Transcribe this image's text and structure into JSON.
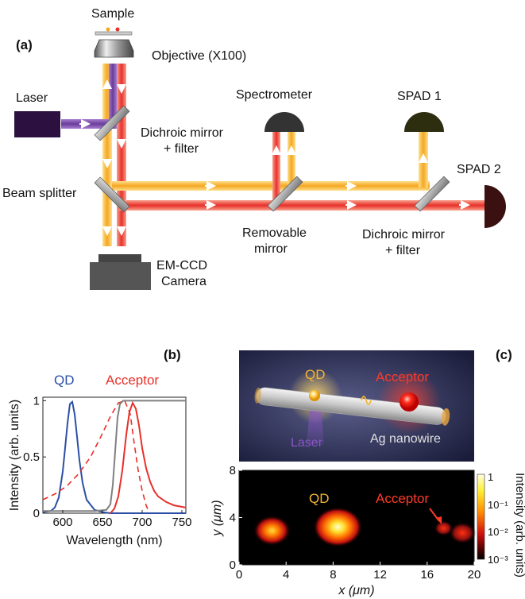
{
  "panel_a": {
    "label": "(a)",
    "sample": "Sample",
    "objective": "Objective (X100)",
    "laser": "Laser",
    "dichroic1_line1": "Dichroic mirror",
    "dichroic1_line2": "+ filter",
    "beam_splitter": "Beam splitter",
    "camera_line1": "EM-CCD",
    "camera_line2": "Camera",
    "spectrometer": "Spectrometer",
    "removable_line1": "Removable",
    "removable_line2": "mirror",
    "spad1": "SPAD 1",
    "spad2": "SPAD 2",
    "dichroic2_line1": "Dichroic mirror",
    "dichroic2_line2": "+ filter",
    "colors": {
      "laser_beam": "#6a3d9a",
      "qd_beam": "#f5b531",
      "acceptor_beam": "#e8302a"
    }
  },
  "panel_b": {
    "label": "(b)",
    "qd_label": "QD",
    "acceptor_label": "Acceptor",
    "ylabel": "Intensity (arb. units)",
    "xlabel": "Wavelength (nm)",
    "chart_data": {
      "type": "line",
      "xlim": [
        575,
        755
      ],
      "ylim": [
        0,
        1
      ],
      "xticks": [
        "600",
        "650",
        "700",
        "750"
      ],
      "yticks": [
        "0",
        "0.5",
        "1"
      ],
      "series": [
        {
          "name": "QD",
          "color": "#2b4fa8",
          "style": "solid",
          "x": [
            575,
            585,
            590,
            595,
            600,
            603,
            606,
            609,
            612,
            615,
            618,
            621,
            625,
            630,
            640,
            650,
            660,
            680,
            700,
            730,
            755
          ],
          "y": [
            0.01,
            0.02,
            0.05,
            0.14,
            0.37,
            0.58,
            0.8,
            0.97,
            0.99,
            0.88,
            0.68,
            0.47,
            0.27,
            0.12,
            0.03,
            0.01,
            0.0,
            0.0,
            0.0,
            0.0,
            0.0
          ]
        },
        {
          "name": "Acceptor",
          "color": "#e8302a",
          "style": "solid",
          "x": [
            660,
            665,
            670,
            675,
            680,
            684,
            688,
            692,
            696,
            700,
            705,
            710,
            715,
            720,
            730,
            740,
            755
          ],
          "y": [
            0.0,
            0.04,
            0.15,
            0.38,
            0.7,
            0.9,
            0.98,
            0.93,
            0.78,
            0.58,
            0.4,
            0.28,
            0.2,
            0.15,
            0.1,
            0.07,
            0.05
          ]
        },
        {
          "name": "",
          "color": "#e8302a",
          "style": "dashed",
          "x": [
            575,
            590,
            605,
            620,
            635,
            648,
            660,
            670,
            678,
            685,
            690,
            695,
            700,
            705,
            708
          ],
          "y": [
            0.12,
            0.17,
            0.24,
            0.35,
            0.5,
            0.68,
            0.86,
            0.98,
            1.0,
            0.88,
            0.62,
            0.38,
            0.2,
            0.07,
            0.02
          ]
        },
        {
          "name": "",
          "color": "#808080",
          "style": "solid",
          "x": [
            575,
            640,
            655,
            660,
            663,
            666,
            669,
            672,
            676,
            680,
            700,
            755
          ],
          "y": [
            0.02,
            0.02,
            0.03,
            0.08,
            0.25,
            0.55,
            0.85,
            0.97,
            1.0,
            1.0,
            1.0,
            1.0
          ]
        }
      ]
    }
  },
  "panel_c": {
    "label": "(c)",
    "schematic": {
      "qd": "QD",
      "acceptor": "Acceptor",
      "laser": "Laser",
      "nanowire": "Ag nanowire"
    },
    "map": {
      "qd_label": "QD",
      "acceptor_label": "Acceptor",
      "xlabel": "x (μm)",
      "ylabel": "y (μm)",
      "xticks": [
        "0",
        "4",
        "8",
        "12",
        "16",
        "20"
      ],
      "yticks": [
        "0",
        "4",
        "8"
      ],
      "colorbar_label": "Intensity (arb. units)",
      "colorbar_ticks": [
        "1",
        "10⁻¹",
        "10⁻²",
        "10⁻³"
      ]
    },
    "chart_data": {
      "type": "heatmap",
      "xlim": [
        0,
        20
      ],
      "ylim": [
        0,
        8
      ],
      "color_scale": "log",
      "clim": [
        0.001,
        1
      ],
      "spots": [
        {
          "x": 2.8,
          "y": 2.9,
          "peak": 0.12
        },
        {
          "x": 8.4,
          "y": 3.2,
          "peak": 0.9
        },
        {
          "x": 17.4,
          "y": 3.1,
          "peak": 0.005
        },
        {
          "x": 19.0,
          "y": 2.7,
          "peak": 0.02
        }
      ]
    }
  }
}
